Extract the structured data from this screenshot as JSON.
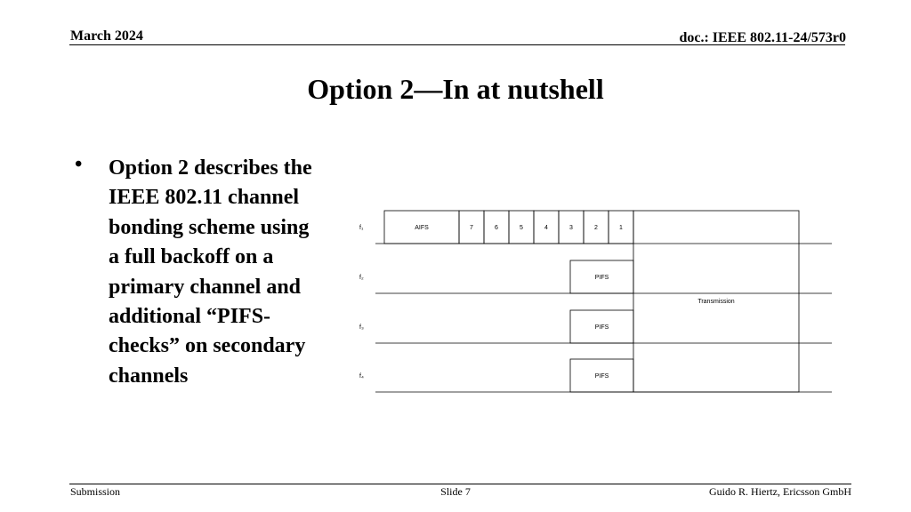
{
  "header": {
    "date": "March 2024",
    "doc_id": "doc.: IEEE 802.11-24/573r0"
  },
  "title": "Option 2—In at nutshell",
  "bullet": {
    "marker": "•",
    "text": "Option 2 describes the IEEE 802.11 channel bonding scheme using a full backoff on a primary channel and additional “PIFS-checks” on secondary channels"
  },
  "diagram": {
    "channels": [
      "f₁",
      "f₂",
      "f₃",
      "f₄"
    ],
    "aifs_label": "AIFS",
    "backoff_slots": [
      "7",
      "6",
      "5",
      "4",
      "3",
      "2",
      "1"
    ],
    "pifs_label": "PIFS",
    "transmission_label": "Transmission"
  },
  "footer": {
    "left": "Submission",
    "center": "Slide 7",
    "right": "Guido R. Hiertz, Ericsson GmbH"
  }
}
